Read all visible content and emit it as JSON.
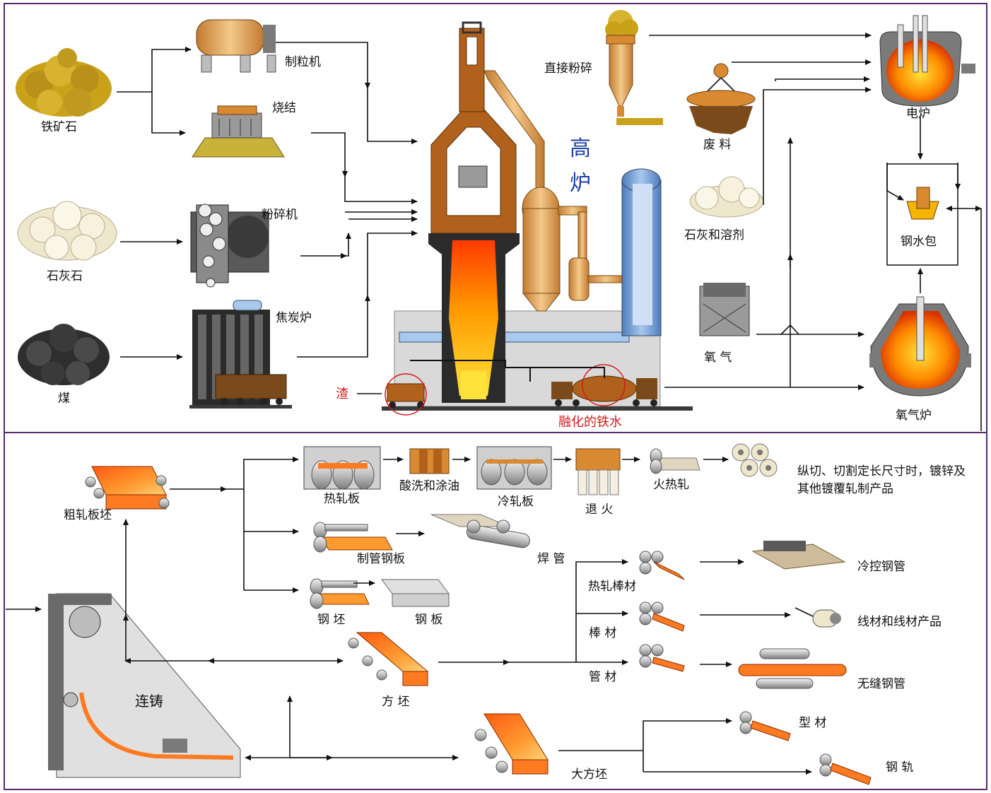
{
  "colors": {
    "frame": "#5a2a6b",
    "arrow": "#111111",
    "furnace_brown": "#b0621d",
    "pipe_tan": "#d9a45c",
    "ore_gold": "#c9a21a",
    "limestone": "#f3ecd3",
    "coal": "#2e2e2e",
    "molten_hot": "#ff4a00",
    "molten_core": "#ffd21a",
    "blue_stove": "#7aa6d8",
    "slag_label": "#d61a1a",
    "furnace_label": "#1c3f9e",
    "machine_gray": "#7a7a7a"
  },
  "top": {
    "raw": {
      "iron_ore": "铁矿石",
      "limestone": "石灰石",
      "coal": "煤"
    },
    "prep": {
      "pelletizer": "制粒机",
      "sinter": "烧结",
      "crusher": "粉碎机",
      "coke_oven": "焦炭炉"
    },
    "blast_furnace": {
      "char1": "高",
      "char2": "炉"
    },
    "slag": "渣",
    "molten_iron": "融化的铁水",
    "direct_crush": "直接粉碎",
    "scrap": "废 料",
    "lime_flux": "石灰和溶剂",
    "oxygen": "氧 气",
    "electric_furnace": "电炉",
    "ladle": "钢水包",
    "oxygen_furnace": "氧气炉"
  },
  "bottom": {
    "rough_slab": "粗轧板坯",
    "hot_rolled_sheet": "热轧板",
    "pickling": "酸洗和涂油",
    "cold_rolled_sheet": "冷轧板",
    "annealing": "退 火",
    "temper_rolling": "火热轧",
    "final_products": "纵切、切割定长尺寸时，镀锌及其他镀覆轧制产品",
    "pipe_plate": "制管钢板",
    "welded_pipe": "焊 管",
    "steel_billet": "钢 坯",
    "steel_plate": "钢 板",
    "continuous_casting": "连铸",
    "square_billet": "方 坯",
    "hot_bar": "热轧棒材",
    "cold_controlled_pipe": "冷控钢管",
    "bar": "棒 材",
    "wire": "线材和线材产品",
    "pipe_material": "管 材",
    "seamless_pipe": "无缝钢管",
    "bloom": "大方坯",
    "sections": "型 材",
    "rail": "钢 轨"
  }
}
